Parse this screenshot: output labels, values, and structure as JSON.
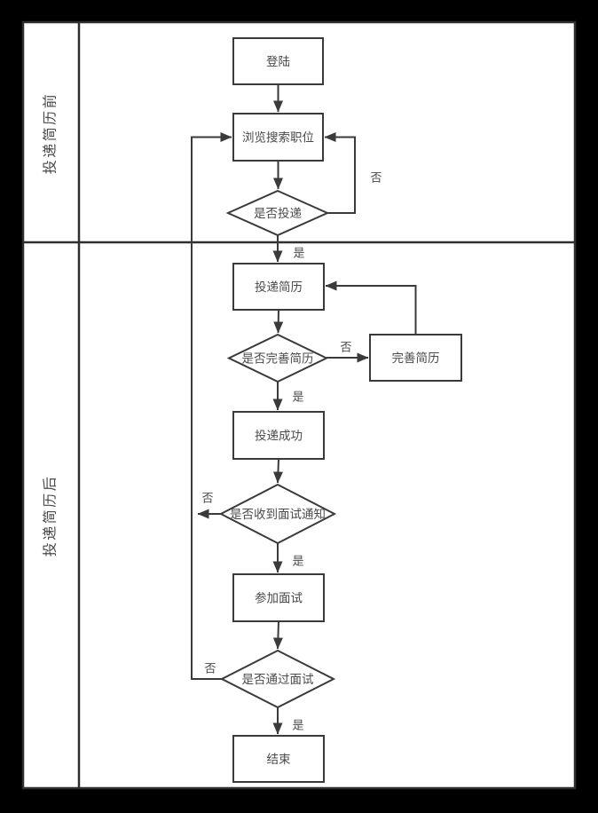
{
  "colors": {
    "page_background": "#000000",
    "canvas_background": "#ffffff",
    "line": "#3a3a3a",
    "border": "#2f2f2f",
    "text": "#4a4a4a"
  },
  "lanes": [
    {
      "label": "投递简历前"
    },
    {
      "label": "投递简历后"
    }
  ],
  "nodes": {
    "login": {
      "label": "登陆",
      "type": "process"
    },
    "browse_jobs": {
      "label": "浏览搜索职位",
      "type": "process"
    },
    "apply_decision": {
      "label": "是否投递",
      "type": "decision"
    },
    "submit_resume": {
      "label": "投递简历",
      "type": "process"
    },
    "resume_complete_decision": {
      "label": "是否完善简历",
      "type": "decision"
    },
    "complete_resume": {
      "label": "完善简历",
      "type": "process"
    },
    "submit_success": {
      "label": "投递成功",
      "type": "process"
    },
    "interview_notice_decision": {
      "label": "是否收到面试通知",
      "type": "decision"
    },
    "attend_interview": {
      "label": "参加面试",
      "type": "process"
    },
    "pass_interview_decision": {
      "label": "是否通过面试",
      "type": "decision"
    },
    "end": {
      "label": "结束",
      "type": "process"
    }
  },
  "edge_labels": {
    "yes": "是",
    "no": "否"
  }
}
